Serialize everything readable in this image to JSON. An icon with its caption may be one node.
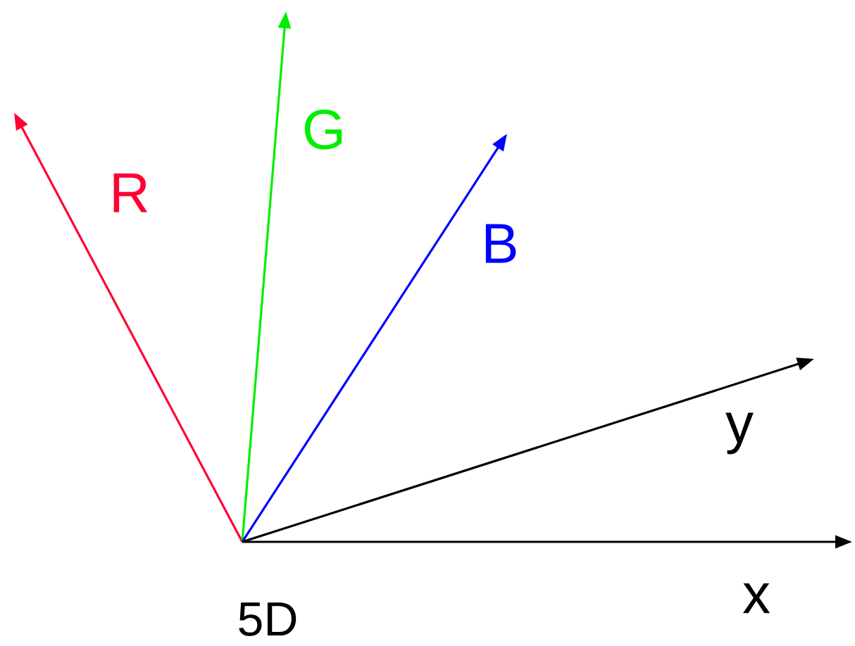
{
  "diagram": {
    "labels": [
      "R",
      "G",
      "B",
      "y",
      "x",
      "5D"
    ]
  }
}
